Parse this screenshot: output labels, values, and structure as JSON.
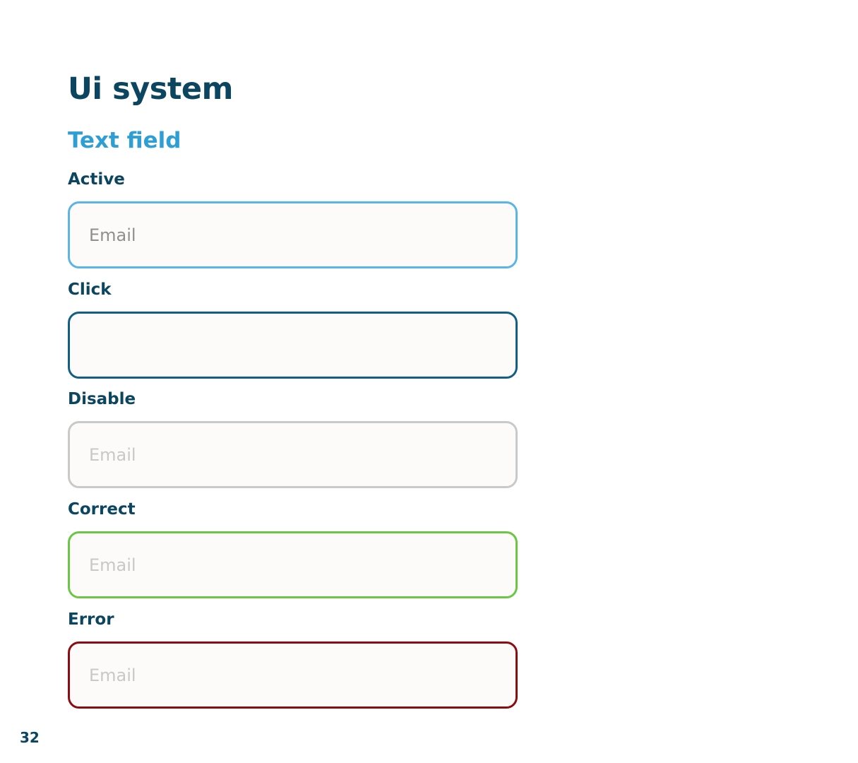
{
  "page": {
    "title": "Ui system",
    "section_title": "Text field",
    "page_number": "32"
  },
  "fields": [
    {
      "state": "active",
      "label": "Active",
      "placeholder": "Email",
      "value": ""
    },
    {
      "state": "click",
      "label": "Click",
      "placeholder": "",
      "value": ""
    },
    {
      "state": "disabled",
      "label": "Disable",
      "placeholder": "Email",
      "value": ""
    },
    {
      "state": "correct",
      "label": "Correct",
      "placeholder": "Email",
      "value": ""
    },
    {
      "state": "error",
      "label": "Error",
      "placeholder": "Email",
      "value": ""
    }
  ],
  "colors": {
    "heading": "#0b4560",
    "section_heading": "#2f9fd3",
    "active_border": "#5cb4e4",
    "click_border": "#125e84",
    "disabled_border": "#c9c9c9",
    "correct_border": "#6cc646",
    "error_border": "#8a0d14",
    "field_background": "#fcfbf9"
  }
}
